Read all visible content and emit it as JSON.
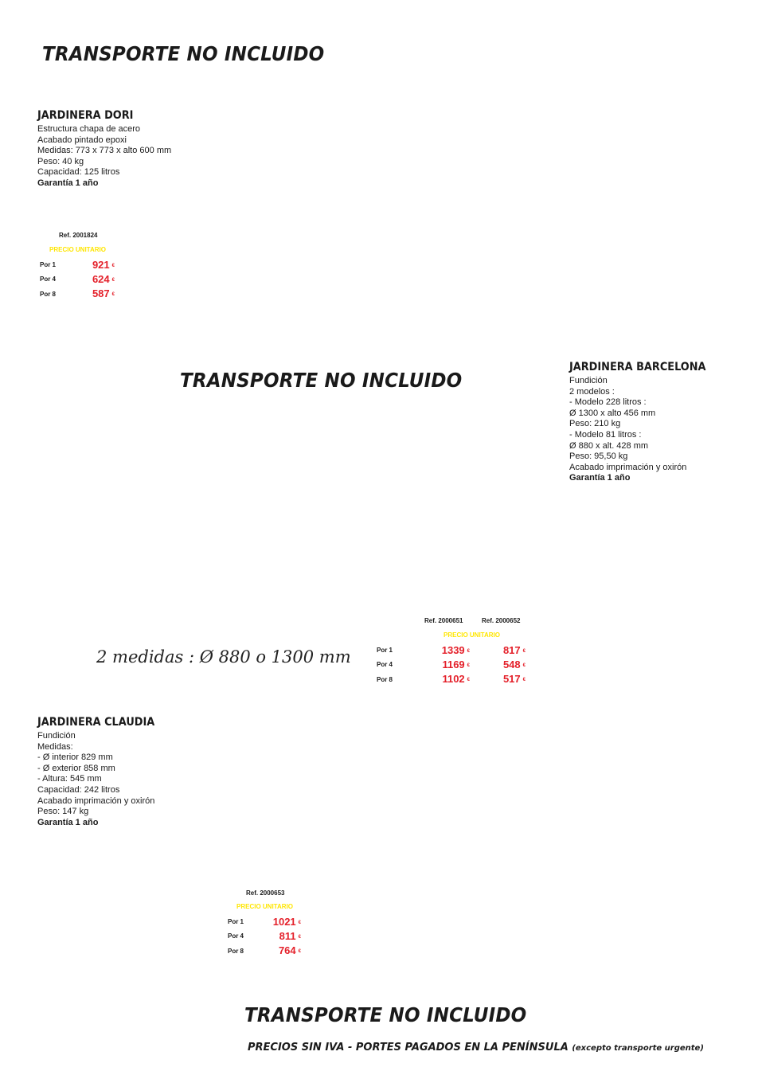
{
  "banners": {
    "top": "TRANSPORTE NO INCLUIDO",
    "middle": "TRANSPORTE NO INCLUIDO",
    "bottom": "TRANSPORTE NO INCLUIDO"
  },
  "products": {
    "dori": {
      "title": "JARDINERA DORI",
      "specs": [
        "Estructura chapa de acero",
        "Acabado pintado epoxi",
        "Medidas: 773 x 773 x alto 600 mm",
        "Peso: 40 kg",
        "Capacidad: 125 litros"
      ],
      "warranty": "Garantía 1 año",
      "pricing": {
        "refs": [
          "Ref. 2001824"
        ],
        "unit_label": "PRECIO UNITARIO",
        "rows": [
          {
            "qty": "Por 1",
            "prices": [
              "921"
            ]
          },
          {
            "qty": "Por 4",
            "prices": [
              "624"
            ]
          },
          {
            "qty": "Por 8",
            "prices": [
              "587"
            ]
          }
        ]
      }
    },
    "barcelona": {
      "title": "JARDINERA BARCELONA",
      "specs": [
        "Fundición",
        "2 modelos :",
        "- Modelo 228 litros :",
        "Ø 1300 x alto 456 mm",
        "Peso: 210 kg",
        "- Modelo 81 litros :",
        "Ø 880 x alt. 428 mm",
        "Peso: 95,50 kg",
        "Acabado imprimación y oxirón"
      ],
      "warranty": "Garantía 1 año",
      "note": "2 medidas : Ø 880 o 1300 mm",
      "pricing": {
        "refs": [
          "Ref. 2000651",
          "Ref. 2000652"
        ],
        "unit_label": "PRECIO UNITARIO",
        "rows": [
          {
            "qty": "Por 1",
            "prices": [
              "1339",
              "817"
            ]
          },
          {
            "qty": "Por 4",
            "prices": [
              "1169",
              "548"
            ]
          },
          {
            "qty": "Por 8",
            "prices": [
              "1102",
              "517"
            ]
          }
        ]
      }
    },
    "claudia": {
      "title": "JARDINERA CLAUDIA",
      "specs": [
        "Fundición",
        "Medidas:",
        "- Ø interior 829 mm",
        "- Ø exterior 858 mm",
        "- Altura: 545 mm",
        "Capacidad: 242 litros",
        "Acabado imprimación y oxirón",
        "Peso: 147 kg"
      ],
      "warranty": "Garantía 1 año",
      "pricing": {
        "refs": [
          "Ref. 2000653"
        ],
        "unit_label": "PRECIO UNITARIO",
        "rows": [
          {
            "qty": "Por 1",
            "prices": [
              "1021"
            ]
          },
          {
            "qty": "Por 4",
            "prices": [
              "811"
            ]
          },
          {
            "qty": "Por 8",
            "prices": [
              "764"
            ]
          }
        ]
      }
    }
  },
  "currency_symbol": "€",
  "footer": {
    "main": "PRECIOS SIN IVA - PORTES PAGADOS EN LA PENÍNSULA",
    "sub": "(excepto transporte urgente)"
  },
  "colors": {
    "price": "#e4202a",
    "unit_label": "#ffe600",
    "text": "#1a1a1a"
  }
}
